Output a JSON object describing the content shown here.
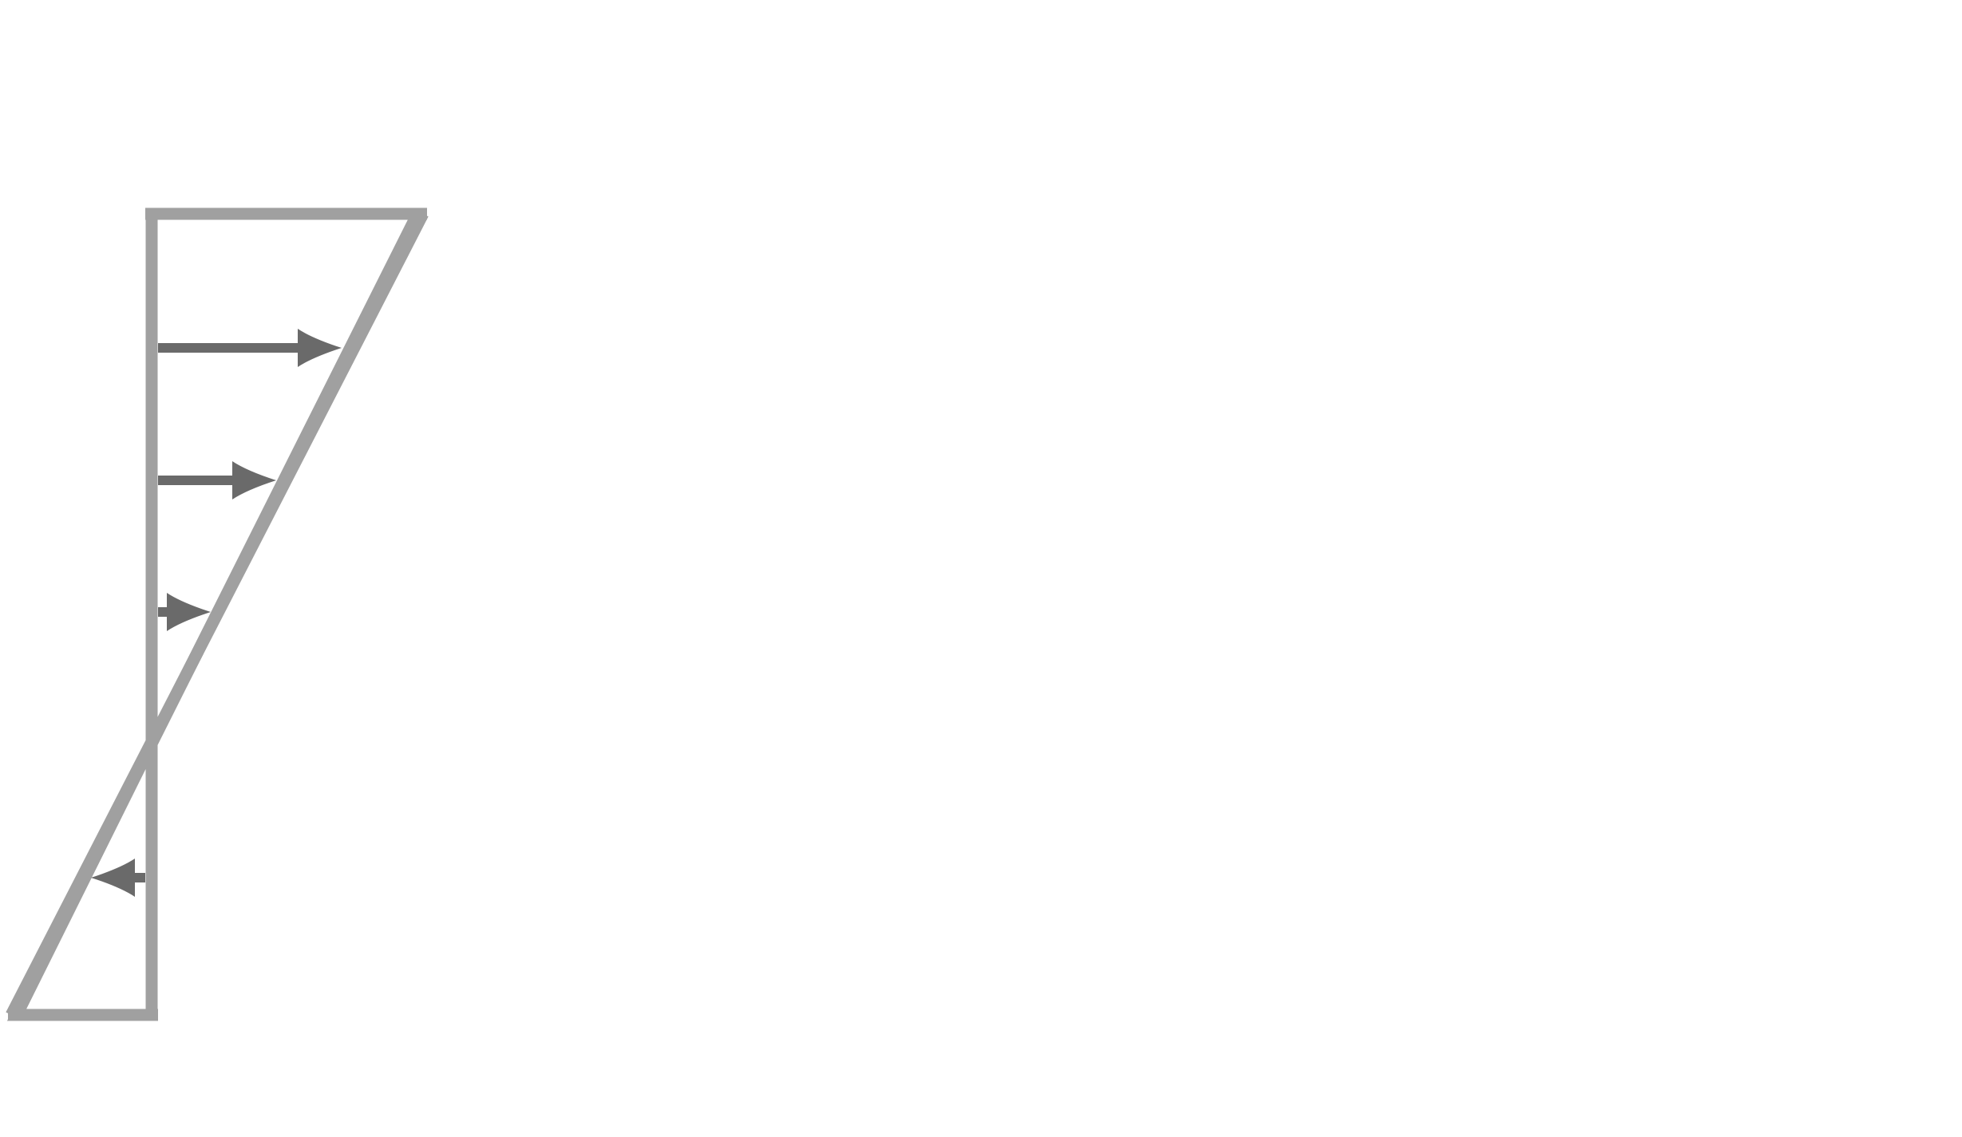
{
  "diagram": {
    "type": "linear-stress-distribution",
    "colors": {
      "outline": "#a0a0a0",
      "arrows": "#6a6a6a",
      "background": "#ffffff"
    },
    "arrows": [
      {
        "direction": "right",
        "relative_magnitude": 0.8
      },
      {
        "direction": "right",
        "relative_magnitude": 0.55
      },
      {
        "direction": "right",
        "relative_magnitude": 0.2
      },
      {
        "direction": "left",
        "relative_magnitude": 0.25
      }
    ]
  }
}
